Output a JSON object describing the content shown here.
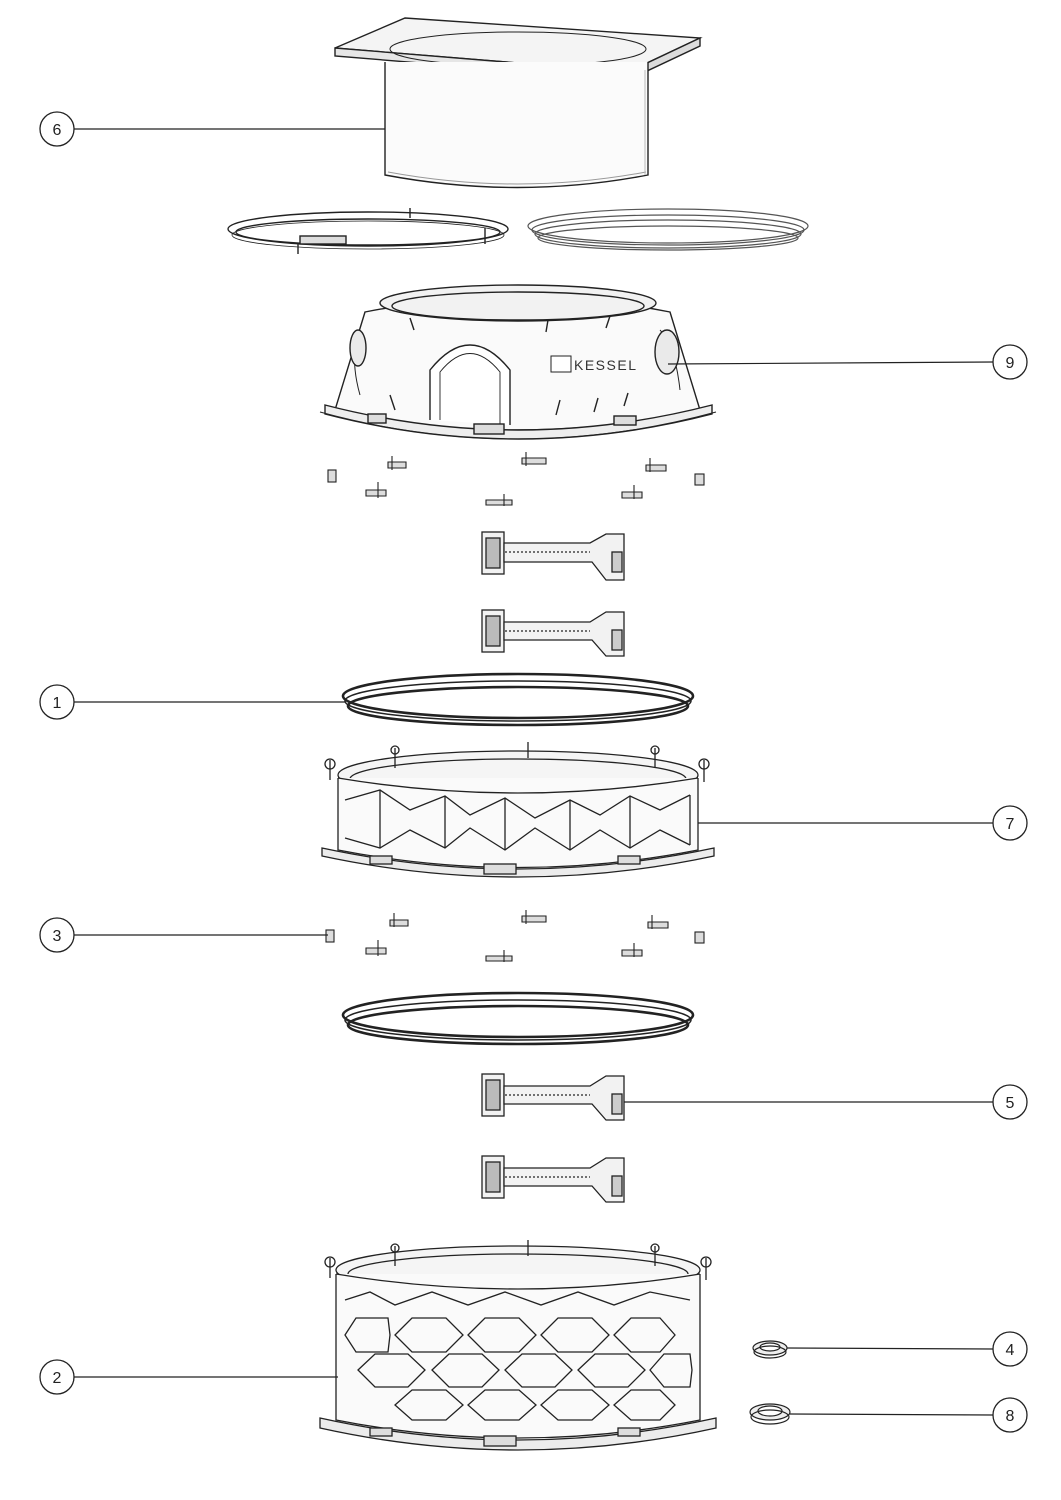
{
  "brand_text": "KESSEL",
  "callouts": [
    {
      "id": "6",
      "label": "6"
    },
    {
      "id": "9",
      "label": "9"
    },
    {
      "id": "1",
      "label": "1"
    },
    {
      "id": "7",
      "label": "7"
    },
    {
      "id": "3",
      "label": "3"
    },
    {
      "id": "5",
      "label": "5"
    },
    {
      "id": "2",
      "label": "2"
    },
    {
      "id": "4",
      "label": "4"
    },
    {
      "id": "8",
      "label": "8"
    }
  ],
  "colors": {
    "line": "#222222",
    "light_line": "#888888",
    "fill": "#f4f4f4",
    "background": "#ffffff"
  }
}
